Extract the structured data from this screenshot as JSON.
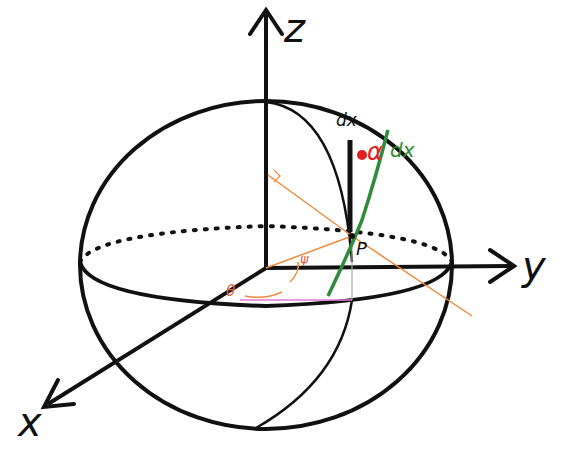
{
  "diagram": {
    "labels": [
      "z",
      "y",
      "x",
      "dx",
      "α",
      "dx",
      "P",
      "θ",
      "ψ"
    ]
  }
}
